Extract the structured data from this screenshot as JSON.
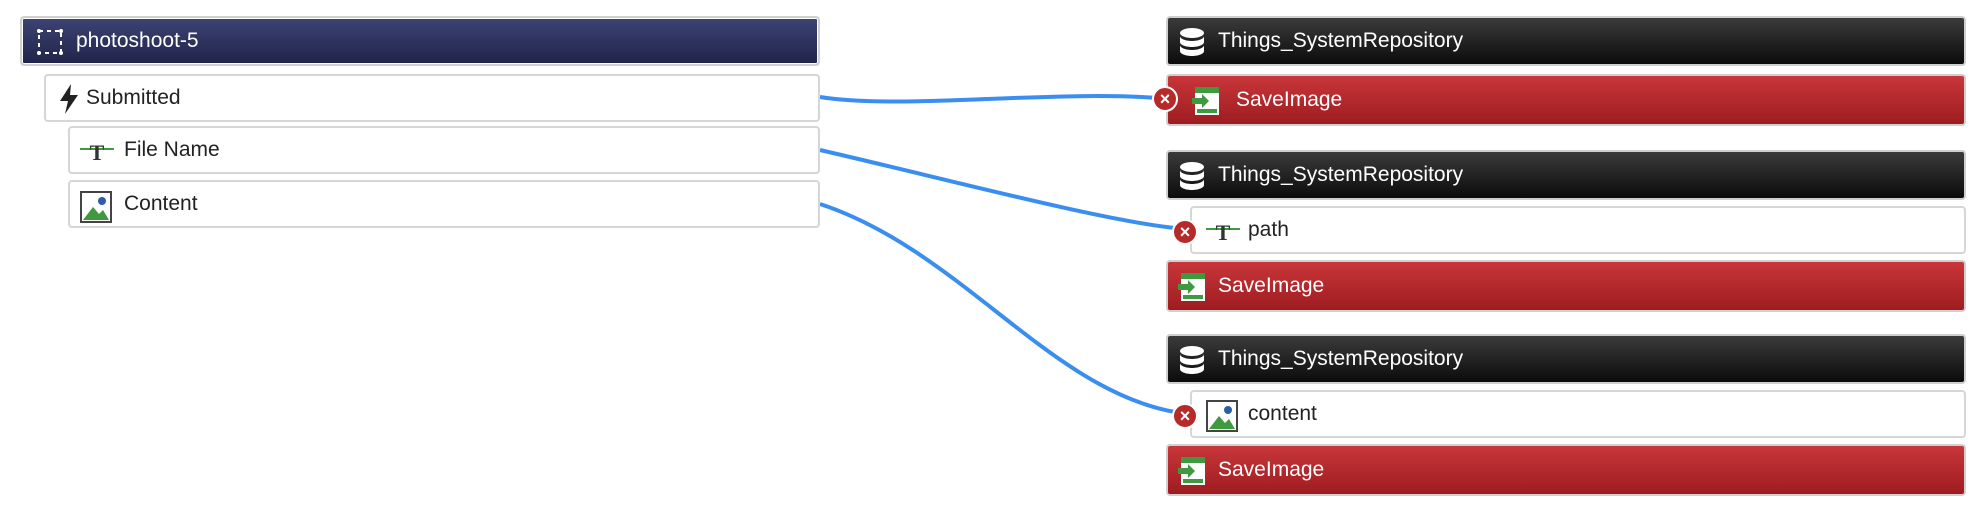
{
  "widget": {
    "title": "photoshoot-5"
  },
  "events": [
    {
      "label": "Submitted"
    }
  ],
  "fields": [
    {
      "label": "File Name"
    },
    {
      "label": "Content"
    }
  ],
  "targets": [
    {
      "thing": "Things_SystemRepository",
      "service": "SaveImage"
    },
    {
      "thing": "Things_SystemRepository",
      "param": "path",
      "service": "SaveImage"
    },
    {
      "thing": "Things_SystemRepository",
      "param": "content",
      "service": "SaveImage"
    }
  ],
  "colors": {
    "link_line": "#3a8ef0",
    "widget_header": "#2a2f5c",
    "service_red": "#b02a2e",
    "error_badge": "#b62a2a",
    "string_icon_green": "#3f9a3f"
  },
  "icons": {
    "widget": "dashed-square-icon",
    "event": "lightning-bolt-icon",
    "string": "text-type-icon",
    "image": "image-icon",
    "database": "database-icon",
    "service": "service-execute-icon",
    "error": "error-x-icon"
  }
}
